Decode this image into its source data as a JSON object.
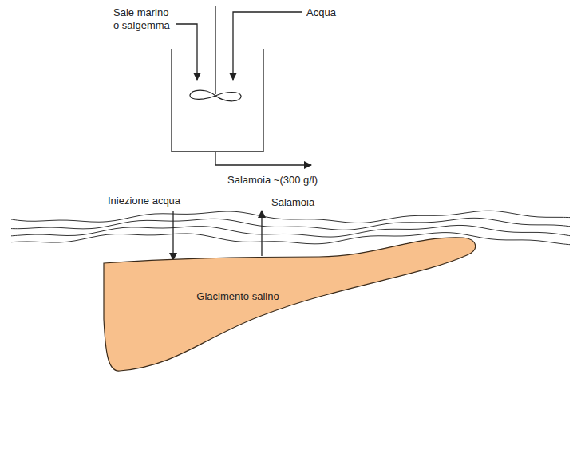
{
  "diagram": {
    "nodes": [
      {
        "text": [
          "Giacimento salino"
        ]
      }
    ],
    "labels": [
      "Sale marino o salgemma",
      "Acqua",
      "Salamoia ~(300 g/l)",
      "Iniezione acqua",
      "Salamoia"
    ]
  }
}
